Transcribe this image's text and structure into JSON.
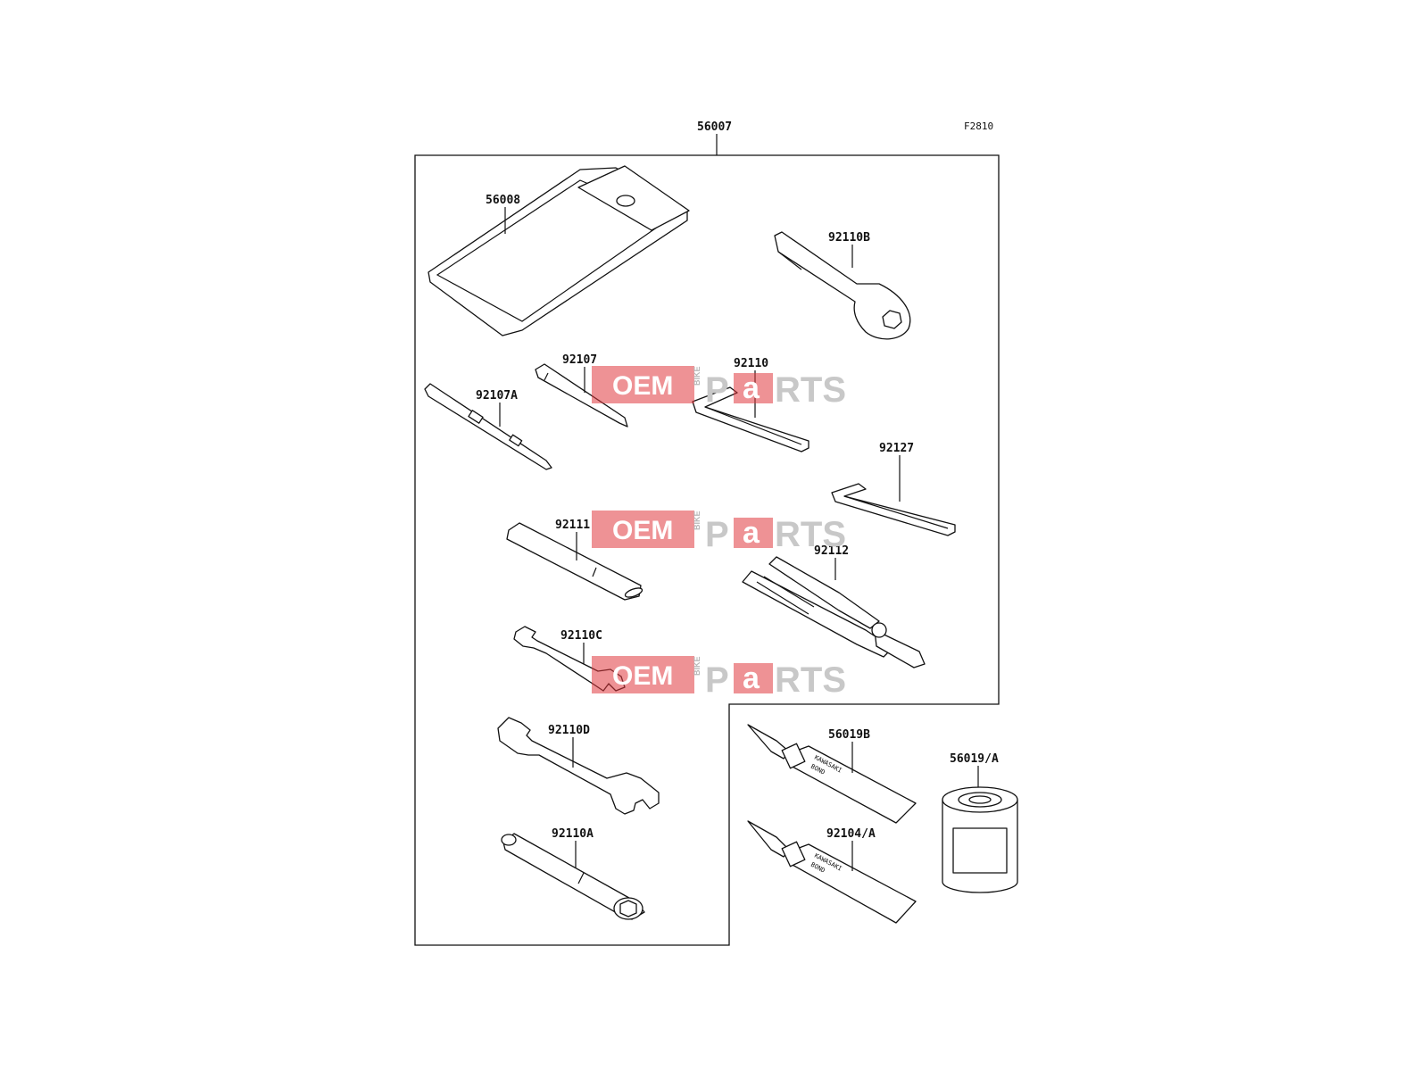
{
  "figure_id": "F2810",
  "kit_label": "56007",
  "parts": [
    {
      "id": "p-56008",
      "label": "56008"
    },
    {
      "id": "p-92110B",
      "label": "92110B"
    },
    {
      "id": "p-92107",
      "label": "92107"
    },
    {
      "id": "p-92107A",
      "label": "92107A"
    },
    {
      "id": "p-92110",
      "label": "92110"
    },
    {
      "id": "p-92127",
      "label": "92127"
    },
    {
      "id": "p-92111",
      "label": "92111"
    },
    {
      "id": "p-92112",
      "label": "92112"
    },
    {
      "id": "p-92110C",
      "label": "92110C"
    },
    {
      "id": "p-92110D",
      "label": "92110D"
    },
    {
      "id": "p-92110A",
      "label": "92110A"
    },
    {
      "id": "p-56019B",
      "label": "56019B"
    },
    {
      "id": "p-92104A",
      "label": "92104/A"
    },
    {
      "id": "p-56019A",
      "label": "56019/A"
    }
  ],
  "tube_text": [
    "KAWASAKI",
    "BOND"
  ],
  "watermark": {
    "oem": "OEM",
    "bike": "BIKE",
    "p": "P",
    "a": "a",
    "rts": "RTS",
    "color": "#e0383e"
  }
}
